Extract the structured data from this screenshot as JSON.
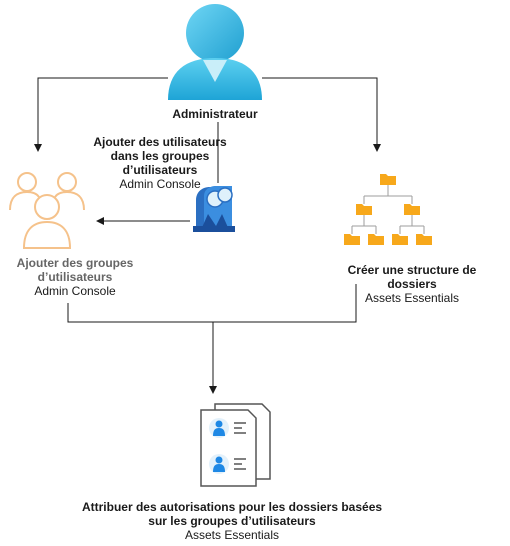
{
  "nodes": {
    "admin": {
      "title": "Administrateur"
    },
    "add_users": {
      "title_line1": "Ajouter des utilisateurs",
      "title_line2": "dans les groupes",
      "title_line3": "d’utilisateurs",
      "subtitle": "Admin Console"
    },
    "add_groups": {
      "title_line1": "Ajouter des groupes",
      "title_line2": "d’utilisateurs",
      "subtitle": "Admin Console"
    },
    "create_folders": {
      "title_line1": "Créer une structure de",
      "title_line2": "dossiers",
      "subtitle": "Assets Essentials"
    },
    "assign": {
      "title_line1": "Attribuer des autorisations pour les dossiers basées",
      "title_line2": "sur les groupes d’utilisateurs",
      "subtitle": "Assets Essentials"
    }
  },
  "icons": {
    "admin": "administrator-user-icon",
    "users_group": "user-group-icon",
    "users_add": "add-users-icon",
    "folders": "folder-hierarchy-icon",
    "documents": "user-documents-icon"
  },
  "colors": {
    "admin_blue": "#3cbfe6",
    "group_orange": "#f5c28b",
    "folder_orange": "#f7a81b",
    "arrow": "#1a1a1a",
    "doc_border": "#555555",
    "doc_user_blue": "#1e88e5"
  }
}
